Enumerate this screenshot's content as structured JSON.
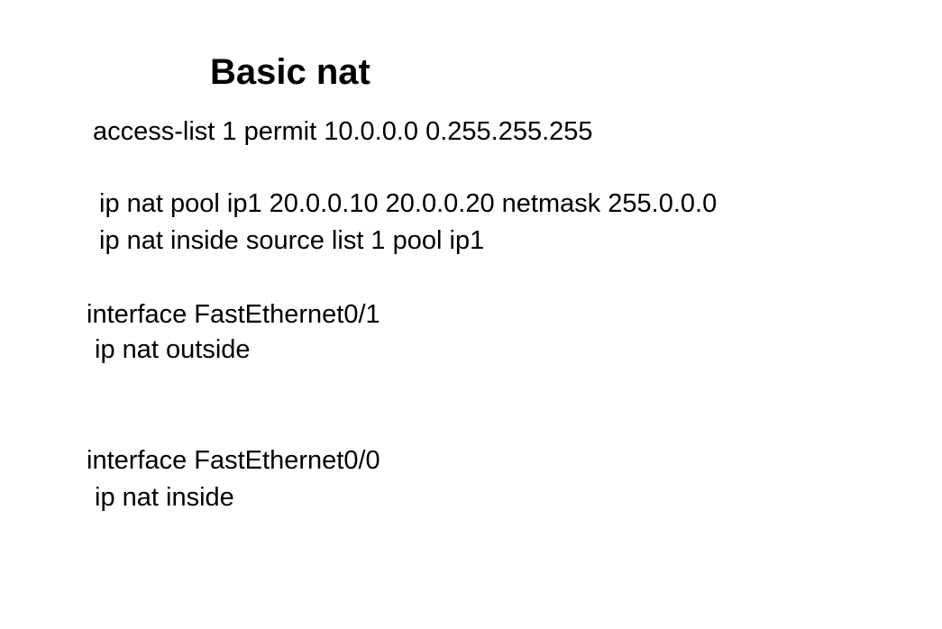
{
  "slide": {
    "title": "Basic nat",
    "lines": [
      "access-list 1 permit 10.0.0.0 0.255.255.255",
      "ip nat pool ip1 20.0.0.10 20.0.0.20 netmask 255.0.0.0",
      "ip nat inside source list 1 pool ip1",
      "interface FastEthernet0/1",
      "ip nat outside",
      "interface FastEthernet0/0",
      "ip nat inside"
    ]
  }
}
